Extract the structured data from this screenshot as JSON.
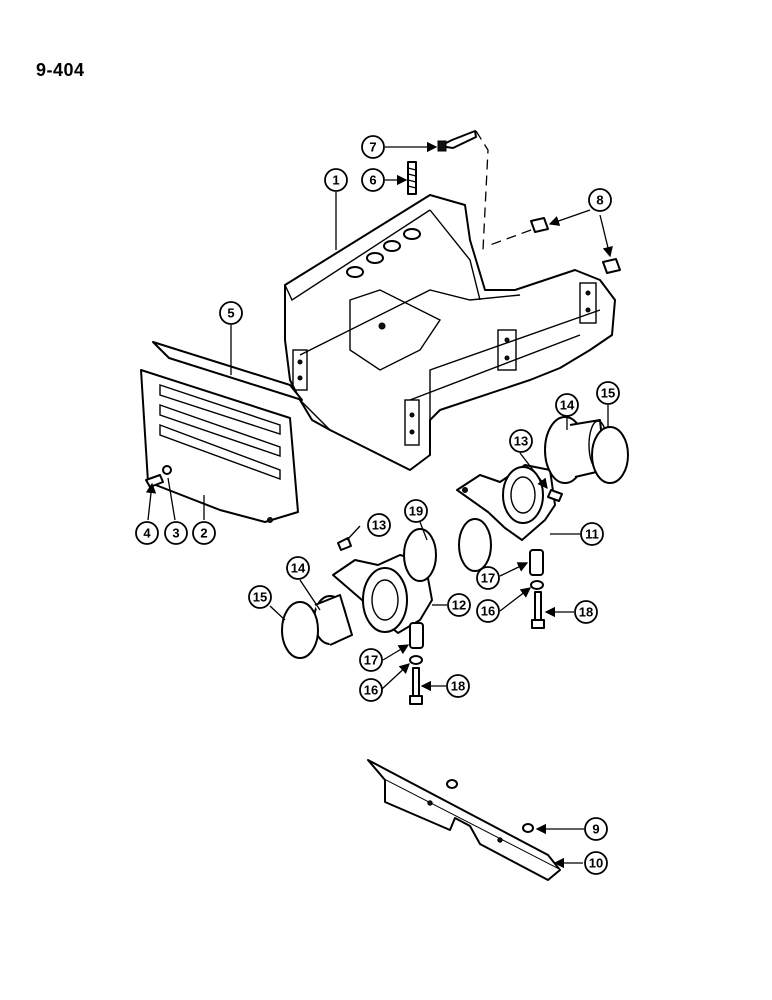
{
  "page_number": "9-404",
  "callouts": [
    "1",
    "2",
    "3",
    "4",
    "5",
    "6",
    "7",
    "8",
    "9",
    "10",
    "11",
    "12",
    "13",
    "13",
    "14",
    "14",
    "15",
    "15",
    "16",
    "16",
    "17",
    "17",
    "18",
    "18",
    "19"
  ]
}
